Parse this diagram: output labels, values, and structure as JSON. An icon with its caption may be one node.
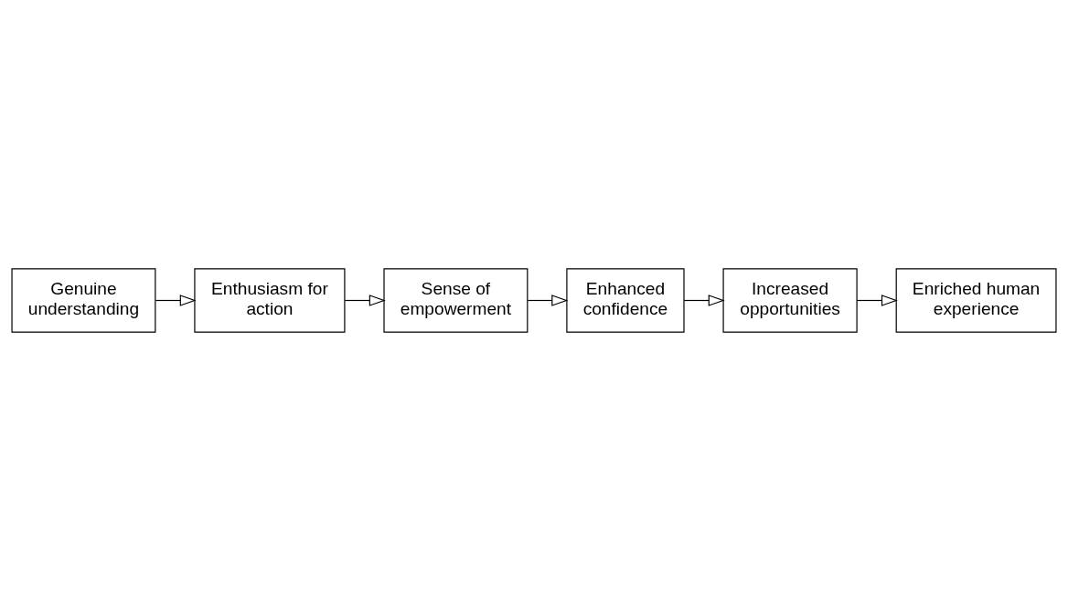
{
  "diagram": {
    "nodes": [
      {
        "text": [
          "Genuine understanding"
        ]
      },
      {
        "text": [
          "Enthusiasm for action"
        ]
      },
      {
        "text": [
          "Sense of empowerment"
        ]
      },
      {
        "text": [
          "Enhanced confidence"
        ]
      },
      {
        "text": [
          "Increased opportunities"
        ]
      },
      {
        "text": [
          "Enriched human experience"
        ]
      }
    ],
    "edges": [
      {
        "from": 0,
        "to": 1,
        "arrow": "to"
      },
      {
        "from": 1,
        "to": 2,
        "arrow": "to"
      },
      {
        "from": 2,
        "to": 3,
        "arrow": "to"
      },
      {
        "from": 3,
        "to": 4,
        "arrow": "to"
      },
      {
        "from": 4,
        "to": 5,
        "arrow": "to"
      }
    ]
  }
}
